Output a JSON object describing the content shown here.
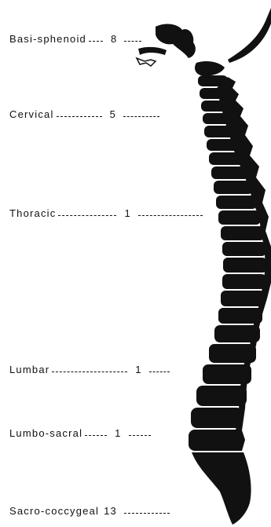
{
  "figure": {
    "ink_color": "#111111",
    "background": "#ffffff",
    "labels": [
      {
        "name": "Basi-sphenoid",
        "count": "8"
      },
      {
        "name": "Cervical",
        "count": "5"
      },
      {
        "name": "Thoracic",
        "count": "1"
      },
      {
        "name": "Lumbar",
        "count": "1"
      },
      {
        "name": "Lumbo-sacral",
        "count": "1"
      },
      {
        "name": "Sacro-coccygeal",
        "count": "13"
      }
    ]
  }
}
